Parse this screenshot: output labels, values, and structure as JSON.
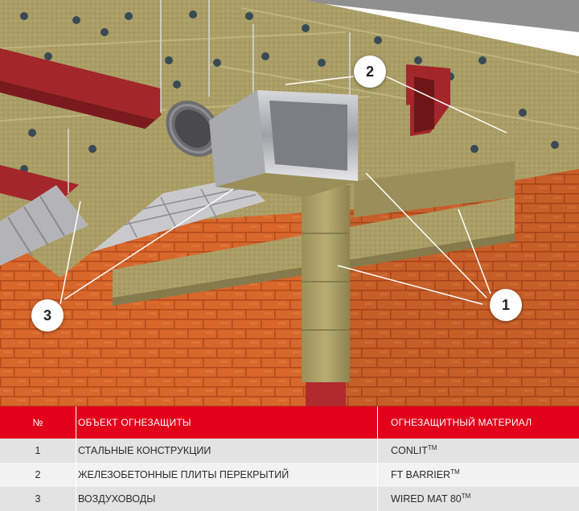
{
  "callouts": [
    "1",
    "2",
    "3"
  ],
  "legend": {
    "headers": {
      "num": "№",
      "object": "ОБЪЕКТ ОГНЕЗАЩИТЫ",
      "material": "ОГНЕЗАЩИТНЫЙ МАТЕРИАЛ"
    },
    "rows": [
      {
        "num": "1",
        "object": "СТАЛЬНЫЕ  КОНСТРУКЦИИ",
        "material": "CONLIT",
        "tm": "TM"
      },
      {
        "num": "2",
        "object": "ЖЕЛЕЗОБЕТОННЫЕ ПЛИТЫ ПЕРЕКРЫТИЙ",
        "material": "FT BARRIER",
        "tm": "TM"
      },
      {
        "num": "3",
        "object": "ВОЗДУХОВОДЫ",
        "material": "WIRED MAT 80",
        "tm": "TM"
      }
    ]
  },
  "colors": {
    "header_red": "#e2001a",
    "brick": "#d5642a",
    "insulation": "#a79b63",
    "steel_beam": "#a5262c"
  }
}
